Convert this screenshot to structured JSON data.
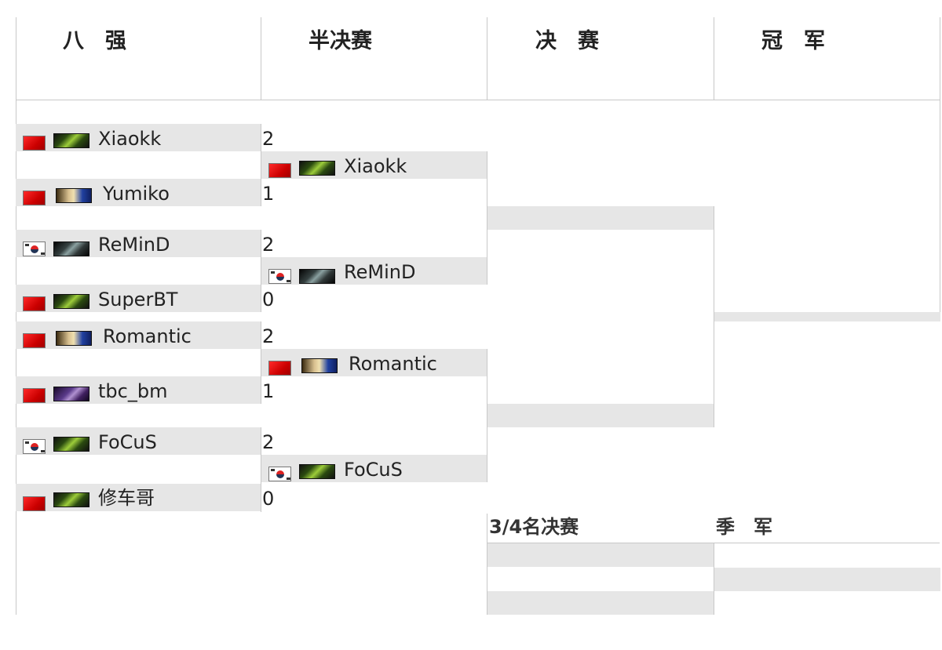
{
  "headers": {
    "round8": "八　强",
    "semis": "半决赛",
    "final": "决　赛",
    "champion": "冠　军"
  },
  "third_place": {
    "title": "3/4名决赛",
    "winner_title": "季　军"
  },
  "quarterfinals": [
    {
      "name": "Xiaokk",
      "flag": "china-flag",
      "race": "orc-icon",
      "score": "2"
    },
    {
      "name": "Yumiko",
      "flag": "china-flag",
      "race": "human-icon",
      "score": "1"
    },
    {
      "name": "ReMinD",
      "flag": "korea-flag",
      "race": "undead-icon",
      "score": "2"
    },
    {
      "name": "SuperBT",
      "flag": "china-flag",
      "race": "orc-icon",
      "score": "0"
    },
    {
      "name": "Romantic",
      "flag": "china-flag",
      "race": "human-icon",
      "score": "2"
    },
    {
      "name": "tbc_bm",
      "flag": "china-flag",
      "race": "nightelf-icon",
      "score": "1"
    },
    {
      "name": "FoCuS",
      "flag": "korea-flag",
      "race": "orc-icon",
      "score": "2"
    },
    {
      "name": "修车哥",
      "flag": "china-flag",
      "race": "orc-icon",
      "score": "0"
    }
  ],
  "semifinals": [
    {
      "name": "Xiaokk",
      "flag": "china-flag",
      "race": "orc-icon"
    },
    {
      "name": "ReMinD",
      "flag": "korea-flag",
      "race": "undead-icon"
    },
    {
      "name": "Romantic",
      "flag": "china-flag",
      "race": "human-icon"
    },
    {
      "name": "FoCuS",
      "flag": "korea-flag",
      "race": "orc-icon"
    }
  ],
  "colors": {
    "slot_bg": "#e6e6e6",
    "grid_line": "#c8c8c8",
    "china_red": "#cc0000"
  }
}
